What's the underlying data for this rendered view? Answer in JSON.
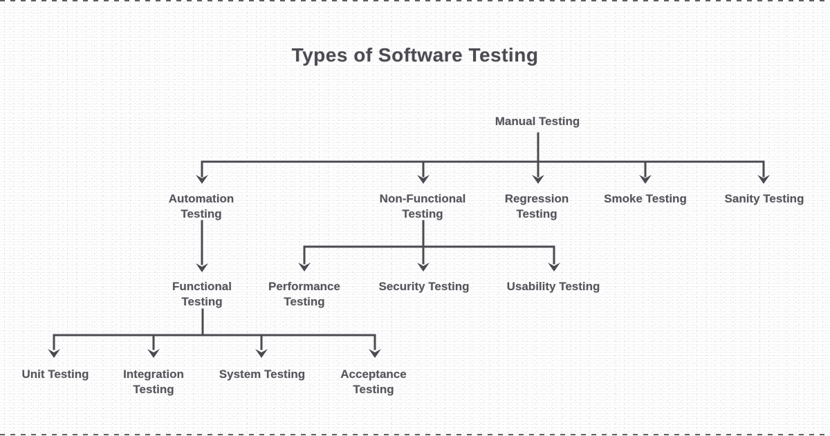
{
  "title": "Types of Software Testing",
  "colors": {
    "bg": "#ffffff",
    "title": "#4b4b52",
    "text": "#54545b",
    "line": "#4a4a51"
  },
  "nodes": {
    "manual": "Manual Testing",
    "automation": "Automation Testing",
    "non_functional": "Non-Functional Testing",
    "regression": "Regression Testing",
    "smoke": "Smoke Testing",
    "sanity": "Sanity Testing",
    "functional": "Functional Testing",
    "performance": "Performance Testing",
    "security": "Security Testing",
    "usability": "Usability Testing",
    "unit": "Unit Testing",
    "integration": "Integration Testing",
    "system": "System Testing",
    "acceptance": "Acceptance Testing"
  },
  "edges": [
    {
      "from": "Manual Testing",
      "to": "Automation Testing"
    },
    {
      "from": "Manual Testing",
      "to": "Non-Functional Testing"
    },
    {
      "from": "Manual Testing",
      "to": "Regression Testing"
    },
    {
      "from": "Manual Testing",
      "to": "Smoke Testing"
    },
    {
      "from": "Manual Testing",
      "to": "Sanity Testing"
    },
    {
      "from": "Automation Testing",
      "to": "Functional Testing"
    },
    {
      "from": "Non-Functional Testing",
      "to": "Performance Testing"
    },
    {
      "from": "Non-Functional Testing",
      "to": "Security Testing"
    },
    {
      "from": "Non-Functional Testing",
      "to": "Usability Testing"
    },
    {
      "from": "Functional Testing",
      "to": "Unit Testing"
    },
    {
      "from": "Functional Testing",
      "to": "Integration Testing"
    },
    {
      "from": "Functional Testing",
      "to": "System Testing"
    },
    {
      "from": "Functional Testing",
      "to": "Acceptance Testing"
    }
  ]
}
